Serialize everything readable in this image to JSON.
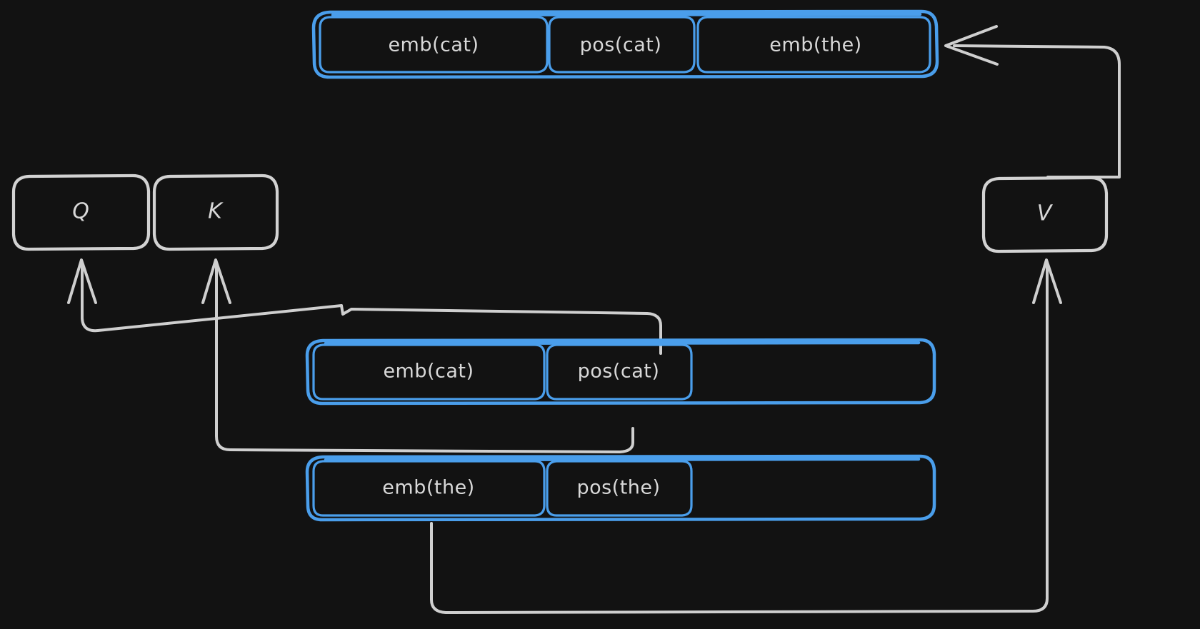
{
  "diagram": {
    "title": "Transformer Q K V token embedding routing",
    "background_color": "#121212",
    "accent_blue": "#4a9eeb",
    "stroke_gray": "#d2d2d2"
  },
  "rows": [
    {
      "id": "row-top",
      "cells": [
        {
          "label": "emb(cat)"
        },
        {
          "label": "pos(cat)"
        },
        {
          "label": "emb(the)"
        }
      ]
    },
    {
      "id": "row-middle",
      "cells": [
        {
          "label": "emb(cat)"
        },
        {
          "label": "pos(cat)"
        },
        {
          "label": ""
        }
      ]
    },
    {
      "id": "row-bottom",
      "cells": [
        {
          "label": "emb(the)"
        },
        {
          "label": "pos(the)"
        },
        {
          "label": ""
        }
      ]
    }
  ],
  "nodes": {
    "q": {
      "label": "Q"
    },
    "k": {
      "label": "K"
    },
    "v": {
      "label": "V"
    }
  },
  "connectors": [
    {
      "name": "middle-row-to-q",
      "from": "row-middle",
      "to": "q",
      "arrow": "up"
    },
    {
      "name": "bottom-row-to-k",
      "from": "row-bottom",
      "to": "k",
      "arrow": "up"
    },
    {
      "name": "bottom-row-to-v",
      "from": "row-bottom",
      "to": "v",
      "arrow": "up"
    },
    {
      "name": "v-to-top-row",
      "from": "v",
      "to": "row-top",
      "arrow": "left"
    }
  ]
}
